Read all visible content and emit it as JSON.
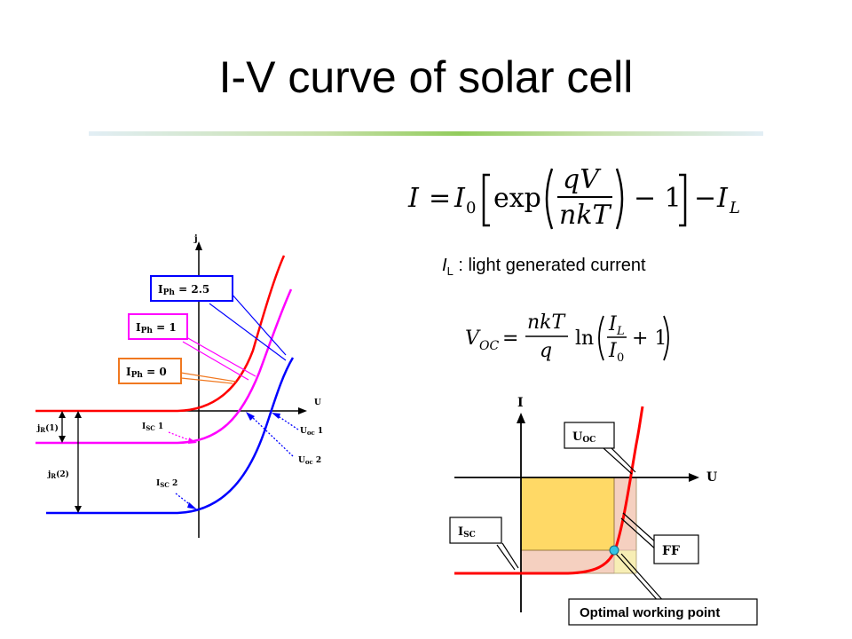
{
  "title": "I-V curve of solar cell",
  "equation_main": {
    "I": "I",
    "eq": "=",
    "I0": "I",
    "I0sub": "0",
    "exp": "exp",
    "num": "qV",
    "den": "nkT",
    "minus1": "− 1",
    "minus": "−",
    "IL": "I",
    "ILsub": "L"
  },
  "il_note": {
    "sym": "I",
    "sub": "L",
    "text": " : light generated current"
  },
  "equation_voc": {
    "V": "V",
    "Vsub": "OC",
    "eq": "=",
    "num": "nkT",
    "den": "q",
    "ln": "ln",
    "fnum": "I",
    "fnumsub": "L",
    "fden": "I",
    "fdensub": "0",
    "plus1": "+ 1"
  },
  "left_diagram": {
    "axis_j": "j",
    "axis_u": "U",
    "iph_25": {
      "pre": "I",
      "sub": "Ph",
      "rest": " = 2.5"
    },
    "iph_1": {
      "pre": "I",
      "sub": "Ph",
      "rest": " = 1"
    },
    "iph_0": {
      "pre": "I",
      "sub": "Ph",
      "rest": " = 0"
    },
    "isc1": {
      "pre": "I",
      "sub": "SC",
      "rest": " 1"
    },
    "isc2": {
      "pre": "I",
      "sub": "SC",
      "rest": " 2"
    },
    "uoc1": {
      "pre": "U",
      "sub": "oc",
      "rest": " 1"
    },
    "uoc2": {
      "pre": "U",
      "sub": "oc",
      "rest": " 2"
    },
    "jr1": {
      "pre": "j",
      "sub": "R",
      "rest": "(1)"
    },
    "jr2": {
      "pre": "j",
      "sub": "R",
      "rest": "(2)"
    },
    "colors": {
      "red": "#ff0000",
      "magenta": "#ff00ff",
      "blue": "#0000ff",
      "orange": "#f07820"
    }
  },
  "right_diagram": {
    "axis_i": "I",
    "axis_u": "U",
    "uoc": {
      "pre": "U",
      "sub": "OC"
    },
    "isc": {
      "pre": "I",
      "sub": "SC"
    },
    "ff": "FF",
    "optimal": "Optimal working point",
    "colors": {
      "curve": "#ff0000",
      "rect_outer": "#f4e4a8",
      "rect_inner": "#ffd966",
      "pink": "#f5d0c0",
      "point": "#33c4e6"
    }
  }
}
